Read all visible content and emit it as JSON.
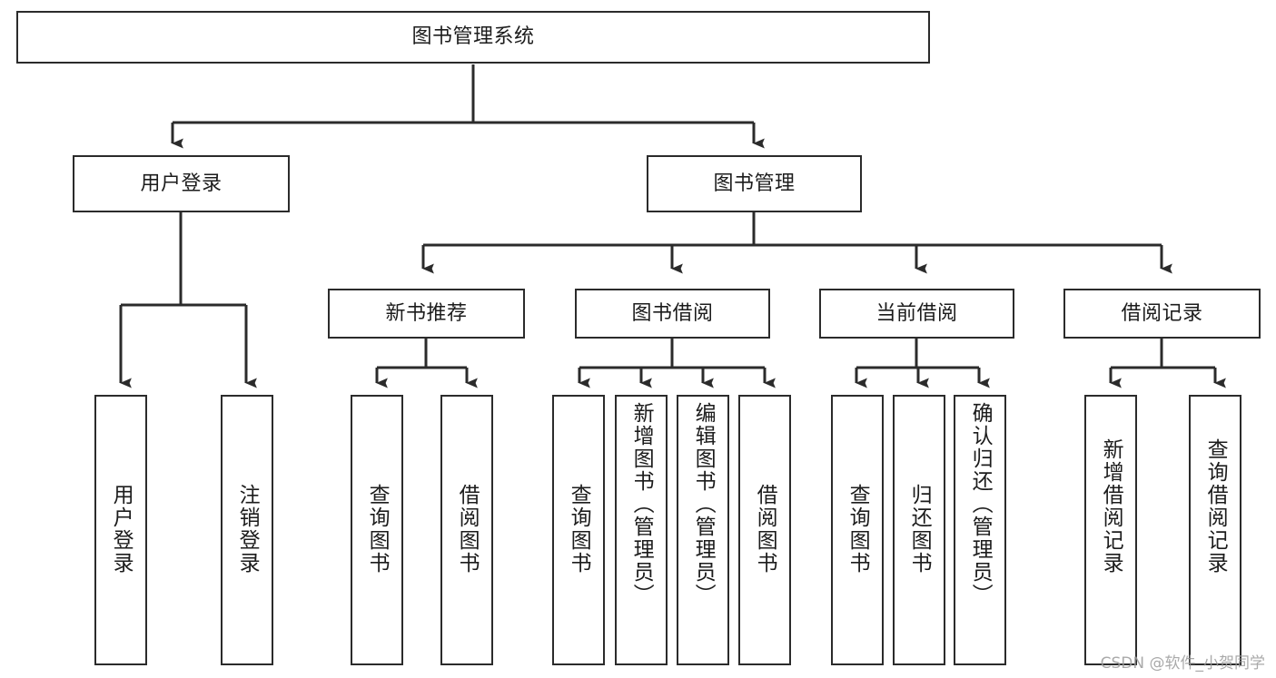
{
  "diagram": {
    "type": "tree-hierarchy",
    "title": "图书管理系统",
    "colors": {
      "box_border": "#2b2b2b",
      "box_fill": "#ffffff",
      "connector": "#2b2b2b",
      "background": "#ffffff",
      "watermark": "#9b9b9b"
    },
    "root": {
      "label": "图书管理系统"
    },
    "level2": [
      {
        "label": "用户登录"
      },
      {
        "label": "图书管理"
      }
    ],
    "level3": [
      {
        "label": "新书推荐"
      },
      {
        "label": "图书借阅"
      },
      {
        "label": "当前借阅"
      },
      {
        "label": "借阅记录"
      }
    ],
    "leaves": {
      "user_login": [
        {
          "label": "用户登录"
        },
        {
          "label": "注销登录"
        }
      ],
      "new_book_recommend": [
        {
          "label": "查询图书"
        },
        {
          "label": "借阅图书"
        }
      ],
      "book_borrow": [
        {
          "label": "查询图书"
        },
        {
          "label": "新增图书（管理员）"
        },
        {
          "label": "编辑图书（管理员）"
        },
        {
          "label": "借阅图书"
        }
      ],
      "current_borrow": [
        {
          "label": "查询图书"
        },
        {
          "label": "归还图书"
        },
        {
          "label": "确认归还（管理员）"
        }
      ],
      "borrow_record": [
        {
          "label": "新增借阅记录"
        },
        {
          "label": "查询借阅记录"
        }
      ]
    }
  },
  "watermark": {
    "text": "CSDN @软件_小贺同学"
  }
}
